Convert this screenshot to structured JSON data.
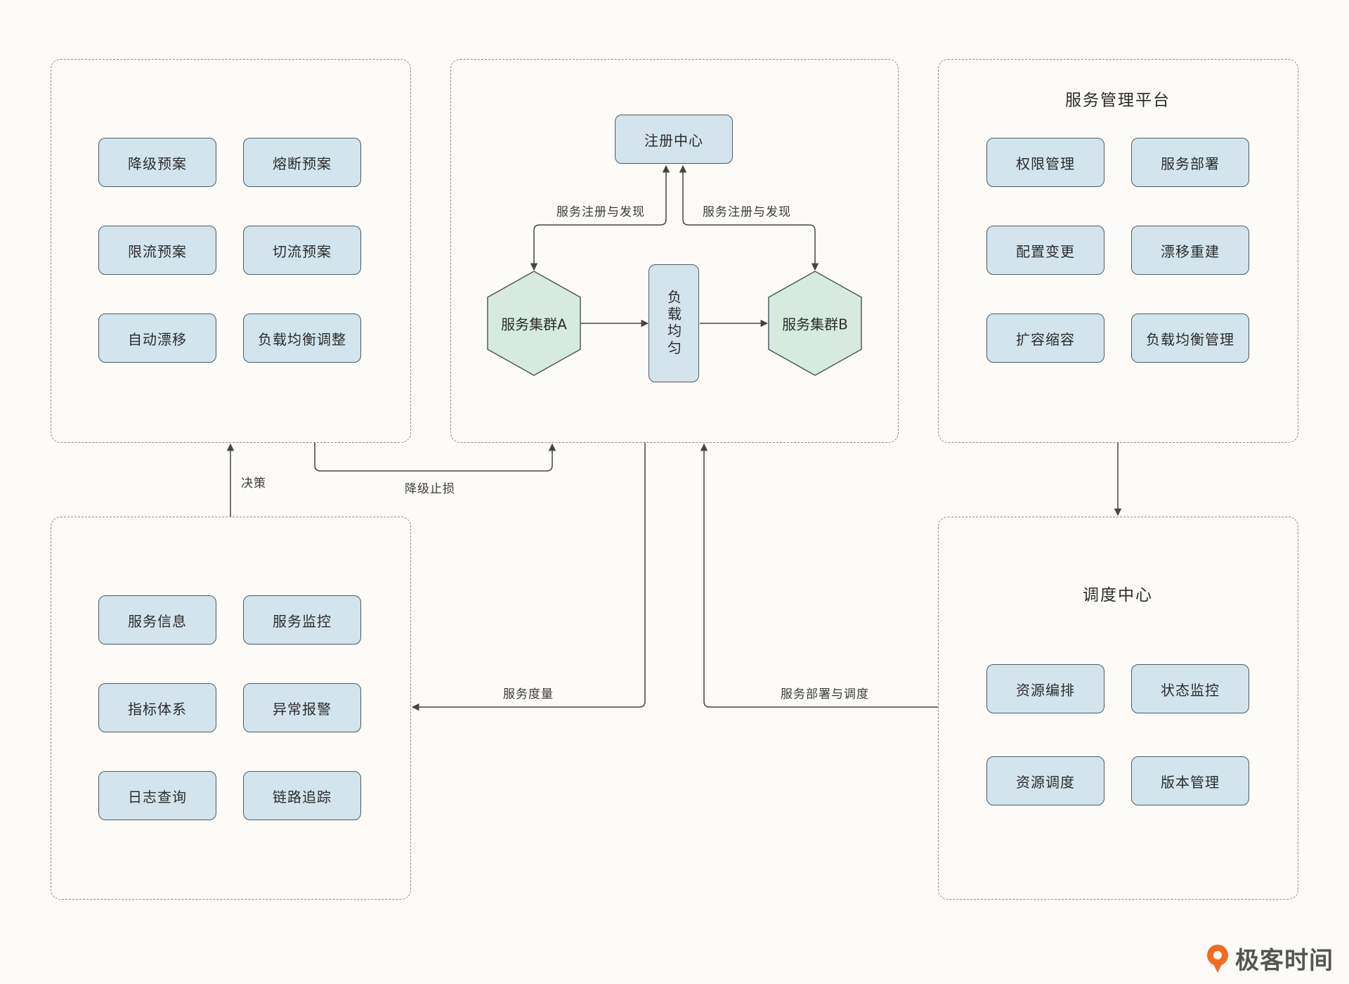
{
  "panels": {
    "contingency": {
      "items": [
        "降级预案",
        "熔断预案",
        "限流预案",
        "切流预案",
        "自动漂移",
        "负载均衡调整"
      ]
    },
    "cluster": {
      "registry": "注册中心",
      "cluster_a": "服务集群A",
      "cluster_b": "服务集群B",
      "load_balancer": "负载均匀",
      "edge_left": "服务注册与发现",
      "edge_right": "服务注册与发现"
    },
    "management": {
      "title": "服务管理平台",
      "items": [
        "权限管理",
        "服务部署",
        "配置变更",
        "漂移重建",
        "扩容缩容",
        "负载均衡管理"
      ]
    },
    "monitoring": {
      "items": [
        "服务信息",
        "服务监控",
        "指标体系",
        "异常报警",
        "日志查询",
        "链路追踪"
      ]
    },
    "scheduling": {
      "title": "调度中心",
      "items": [
        "资源编排",
        "状态监控",
        "资源调度",
        "版本管理"
      ]
    }
  },
  "edges": {
    "decision": "决策",
    "degrade_stop_loss": "降级止损",
    "service_metrics": "服务度量",
    "deploy_schedule": "服务部署与调度"
  },
  "brand": {
    "name": "极客时间",
    "accent": "#f26b21"
  },
  "colors": {
    "box_fill": "#d4e4ec",
    "hex_fill": "#d7eadf",
    "line": "#444444"
  }
}
